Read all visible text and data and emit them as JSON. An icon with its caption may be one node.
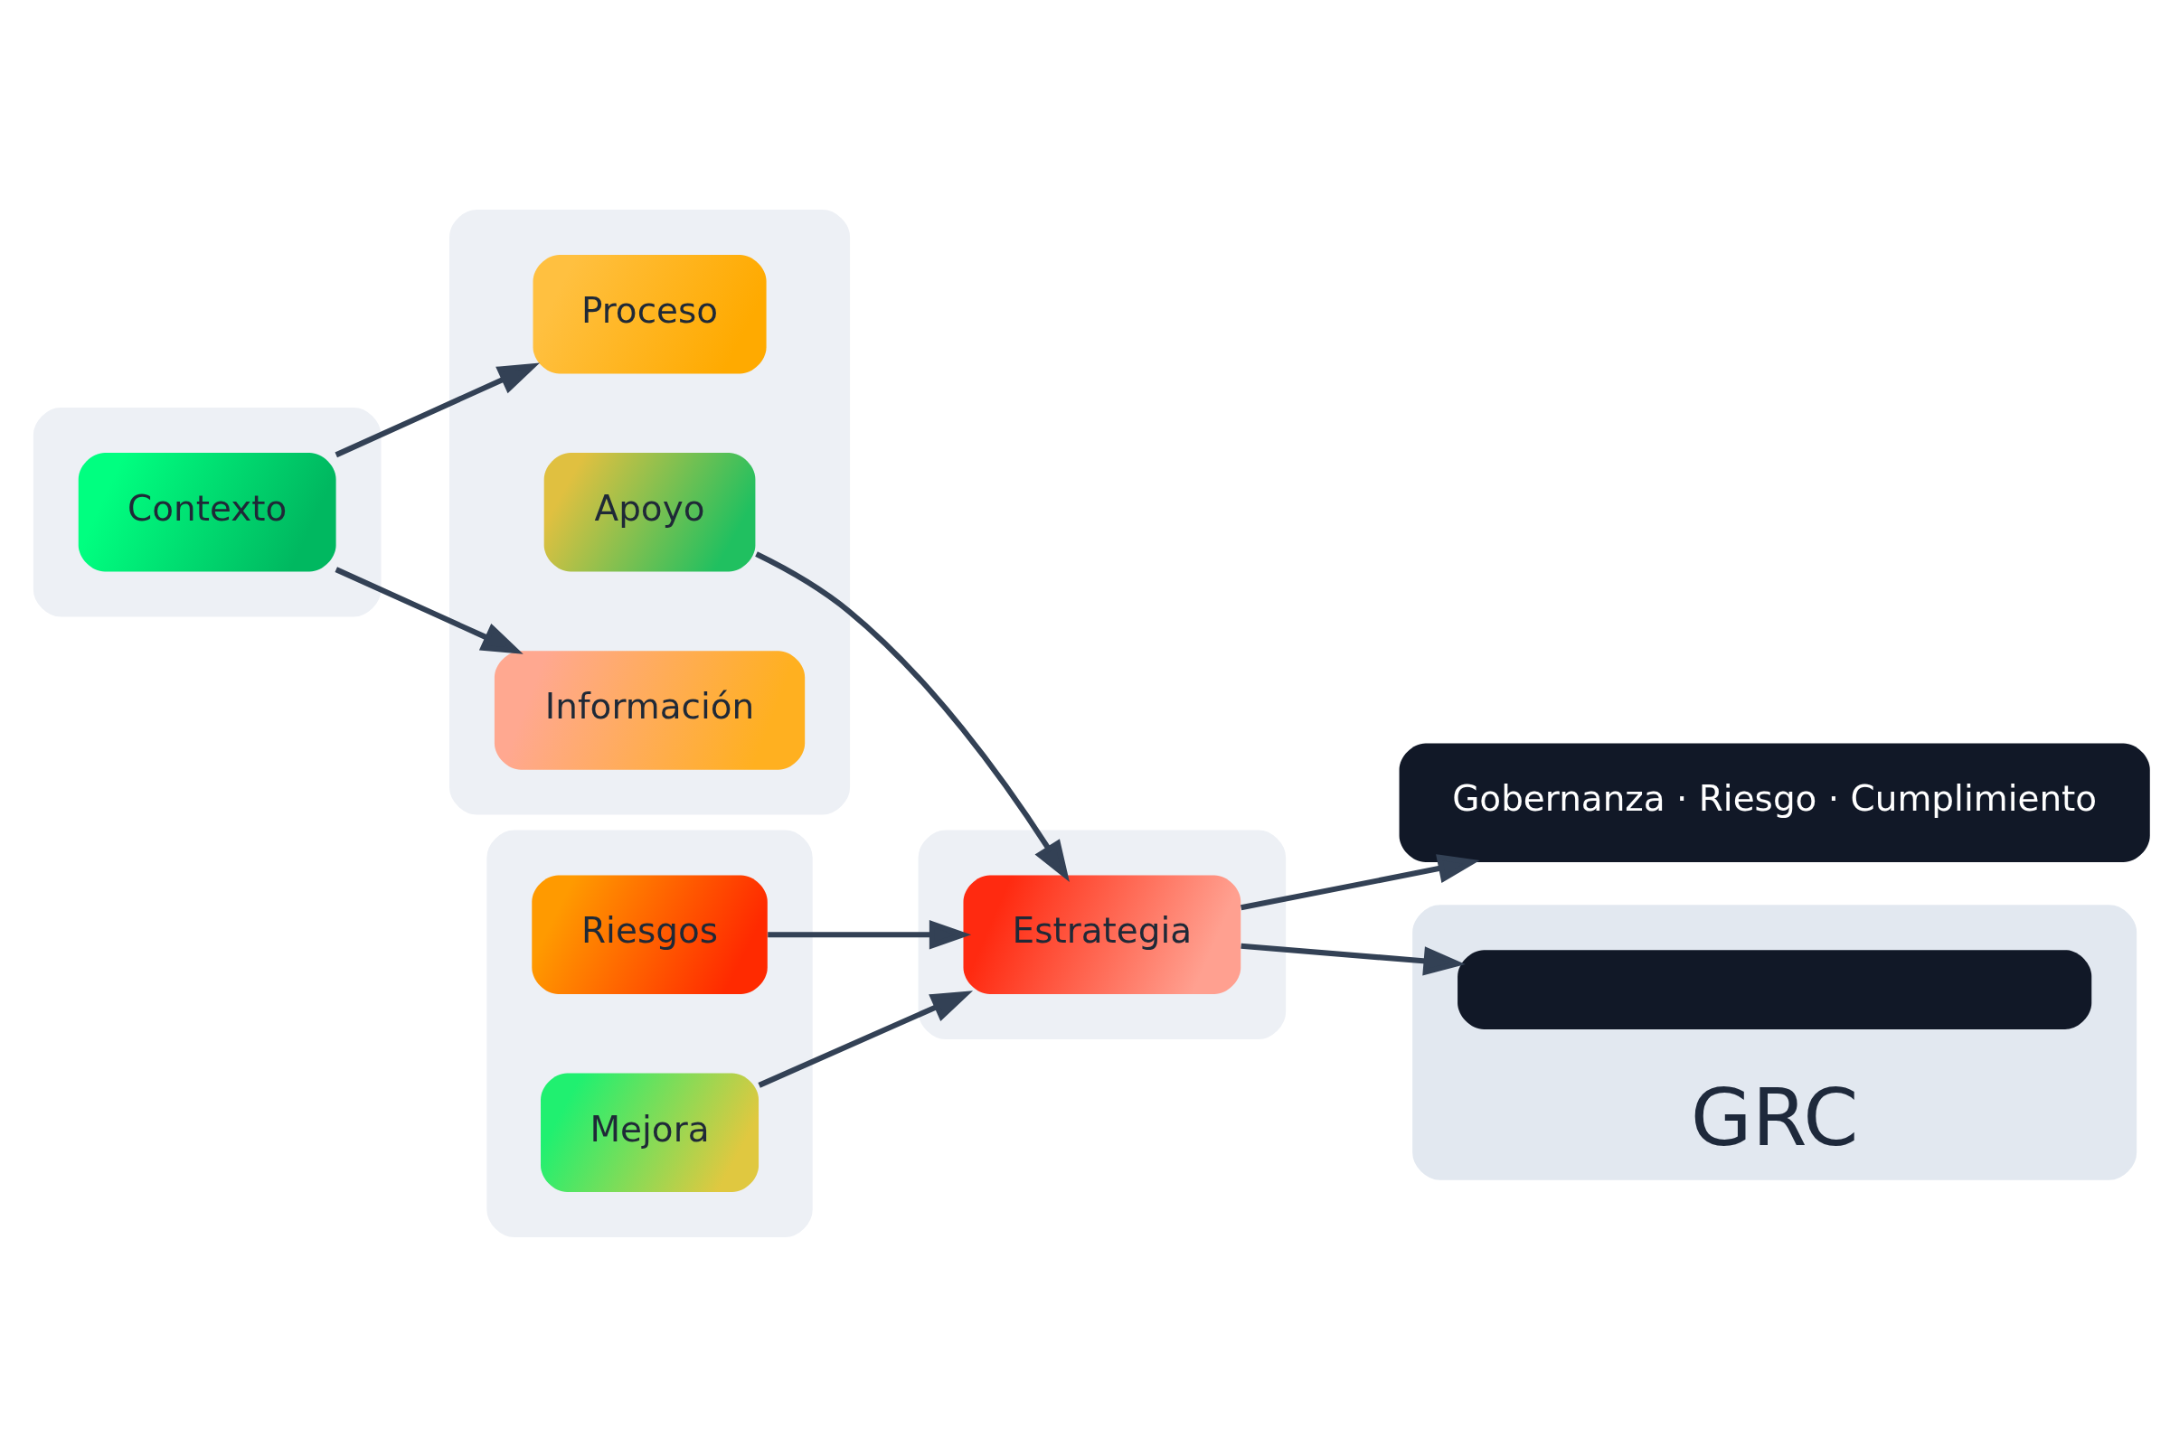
{
  "diagram": {
    "nodes": [
      {
        "text": [
          "Gobernanza · Riesgo · Cumplimiento"
        ]
      },
      {
        "text": [],
        "shape": "box"
      },
      {
        "text": [
          "Contexto"
        ],
        "in": 1
      },
      {
        "text": [],
        "shape": "box"
      },
      {
        "text": [
          "Proceso"
        ],
        "in": 3
      },
      {
        "text": [
          "Apoyo"
        ],
        "in": 3
      },
      {
        "text": [
          "Información"
        ],
        "in": 3
      },
      {
        "text": [],
        "shape": "box"
      },
      {
        "text": [
          "Riesgos"
        ],
        "in": 7
      },
      {
        "text": [
          "Mejora"
        ],
        "in": 7
      },
      {
        "text": [],
        "shape": "box"
      },
      {
        "text": [
          "Estrategia"
        ],
        "in": 10
      },
      {
        "text": [
          "GRC"
        ]
      },
      {
        "text": [],
        "shape": "box",
        "in": 12
      }
    ],
    "edges": [
      {
        "from": 2,
        "to": 4,
        "arrow": "to"
      },
      {
        "from": 2,
        "to": 6,
        "arrow": "to"
      },
      {
        "from": 8,
        "to": 11,
        "arrow": "to"
      },
      {
        "from": 5,
        "to": 11,
        "arrow": "to"
      },
      {
        "from": 9,
        "to": 11,
        "arrow": "to"
      },
      {
        "from": 11,
        "to": 0,
        "arrow": "to"
      },
      {
        "from": 11,
        "to": 13,
        "arrow": "to"
      }
    ]
  }
}
